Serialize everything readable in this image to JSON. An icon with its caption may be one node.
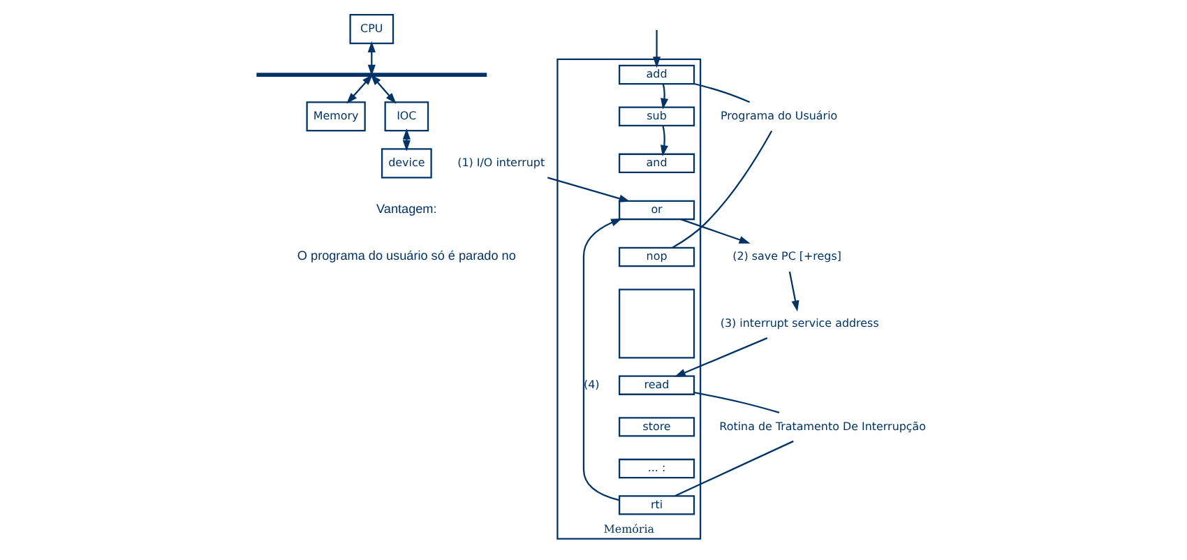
{
  "diagram": {
    "nodes": [
      {
        "text": [
          "CPU"
        ]
      },
      {
        "text": [],
        "shape": "bar"
      },
      {
        "text": [
          "Memory"
        ]
      },
      {
        "text": [
          "IOC"
        ]
      },
      {
        "text": [
          "device"
        ]
      },
      {
        "text": [
          "Memória"
        ]
      },
      {
        "text": [
          "add"
        ],
        "in": 5
      },
      {
        "text": [
          "sub"
        ],
        "in": 5
      },
      {
        "text": [
          "and"
        ],
        "in": 5
      },
      {
        "text": [
          "or"
        ],
        "in": 5
      },
      {
        "text": [
          "nop"
        ],
        "in": 5
      },
      {
        "text": [],
        "shape": "box",
        "in": 5
      },
      {
        "text": [
          "read"
        ],
        "in": 5
      },
      {
        "text": [
          "store"
        ],
        "in": 5
      },
      {
        "text": [
          "... :"
        ],
        "in": 5
      },
      {
        "text": [
          "rti"
        ],
        "in": 5
      },
      {
        "text": [
          "(1) I/O interrupt"
        ]
      },
      {
        "text": [
          "(2) save PC [+regs]"
        ]
      },
      {
        "text": [
          "(3) interrupt service address"
        ]
      },
      {
        "text": [
          "Programa do Usuário"
        ]
      },
      {
        "text": [
          "Rotina de Tratamento De Interrupção"
        ]
      }
    ],
    "edges": [
      {
        "from": 0,
        "to": 1,
        "arrow": "both"
      },
      {
        "from": 1,
        "to": 2,
        "arrow": "both"
      },
      {
        "from": 1,
        "to": 3,
        "arrow": "both"
      },
      {
        "from": 3,
        "to": 4,
        "arrow": "both"
      },
      {
        "from": null,
        "to": 6,
        "arrow": "to"
      },
      {
        "from": 6,
        "to": 7,
        "arrow": "to"
      },
      {
        "from": 7,
        "to": 8,
        "arrow": "to"
      },
      {
        "from": 16,
        "to": 9,
        "arrow": "to"
      },
      {
        "from": 9,
        "to": 17,
        "arrow": "to"
      },
      {
        "from": 17,
        "to": 18,
        "arrow": "to"
      },
      {
        "from": 18,
        "to": 12,
        "arrow": "to"
      },
      {
        "from": 15,
        "to": 9,
        "arrow": "to",
        "label": "(4)"
      },
      {
        "from": 19,
        "to": 6,
        "arrow": "none"
      },
      {
        "from": 19,
        "to": 10,
        "arrow": "none"
      },
      {
        "from": 20,
        "to": 12,
        "arrow": "none"
      },
      {
        "from": 20,
        "to": 15,
        "arrow": "none"
      }
    ],
    "labels": [
      "Vantagem:",
      "O programa do usuário só é parado no"
    ]
  }
}
